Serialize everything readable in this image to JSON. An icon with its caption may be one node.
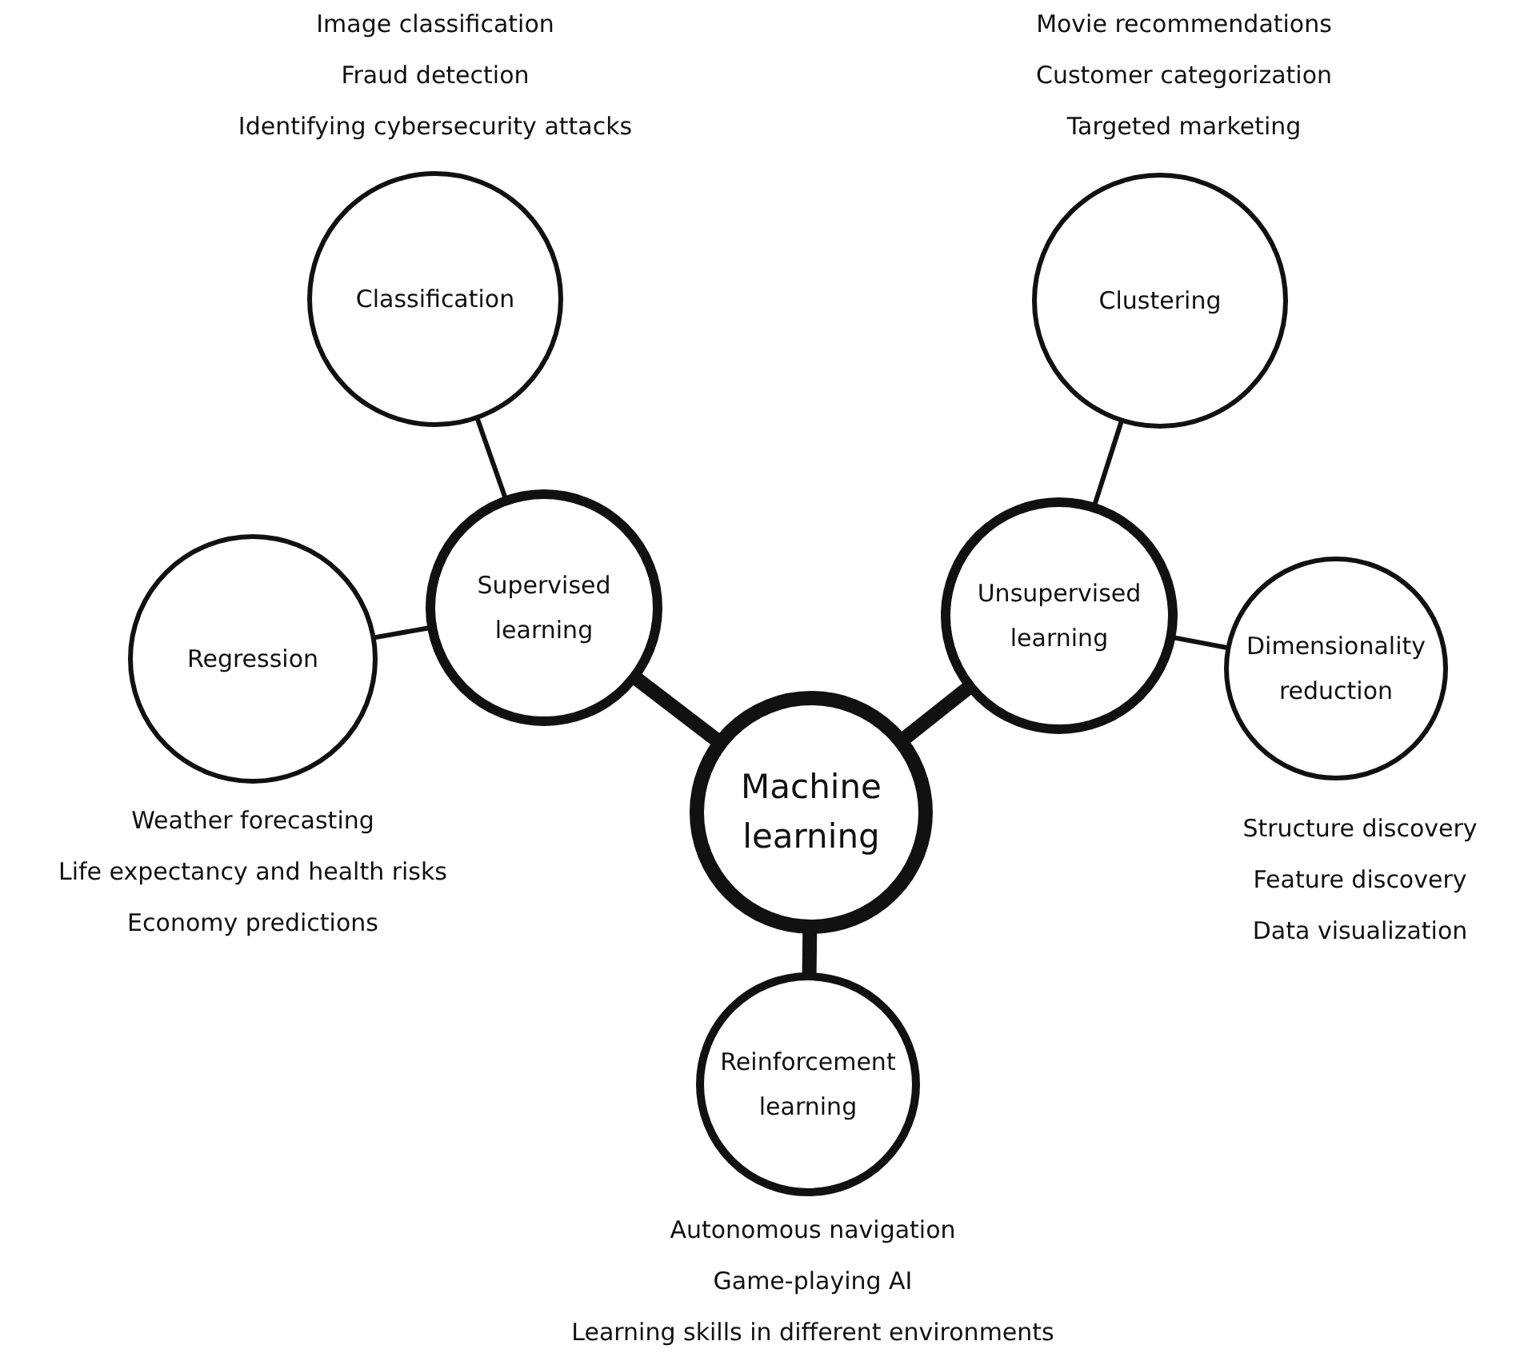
{
  "diagram": {
    "nodes": [
      {
        "text": [
          "Classification"
        ],
        "beside": [
          "Image classification",
          "Fraud detection",
          "Identifying cybersecurity attacks"
        ]
      },
      {
        "text": [
          "Clustering"
        ],
        "beside": [
          "Movie recommendations",
          "Customer categorization",
          "Targeted marketing"
        ]
      },
      {
        "text": [
          "Supervised learning"
        ]
      },
      {
        "text": [
          "Regression"
        ],
        "beside": [
          "Weather forecasting",
          "Life expectancy and health risks",
          "Economy predictions"
        ]
      },
      {
        "text": [
          "Unsupervised learning"
        ]
      },
      {
        "text": [
          "Dimensionality reduction"
        ],
        "beside": [
          "Structure discovery",
          "Feature discovery",
          "Data visualization"
        ]
      },
      {
        "text": [
          "Machine learning"
        ]
      },
      {
        "text": [
          "Reinforcement learning"
        ],
        "beside": [
          "Autonomous navigation",
          "Game-playing AI",
          "Learning skills in different environments"
        ]
      }
    ],
    "edges": [
      {
        "from": 6,
        "to": 2,
        "arrow": "none",
        "style": "thick"
      },
      {
        "from": 6,
        "to": 4,
        "arrow": "none",
        "style": "thick"
      },
      {
        "from": 6,
        "to": 7,
        "arrow": "none",
        "style": "thick"
      },
      {
        "from": 2,
        "to": 0,
        "arrow": "none"
      },
      {
        "from": 2,
        "to": 3,
        "arrow": "none"
      },
      {
        "from": 4,
        "to": 1,
        "arrow": "none"
      },
      {
        "from": 4,
        "to": 5,
        "arrow": "none"
      }
    ]
  }
}
